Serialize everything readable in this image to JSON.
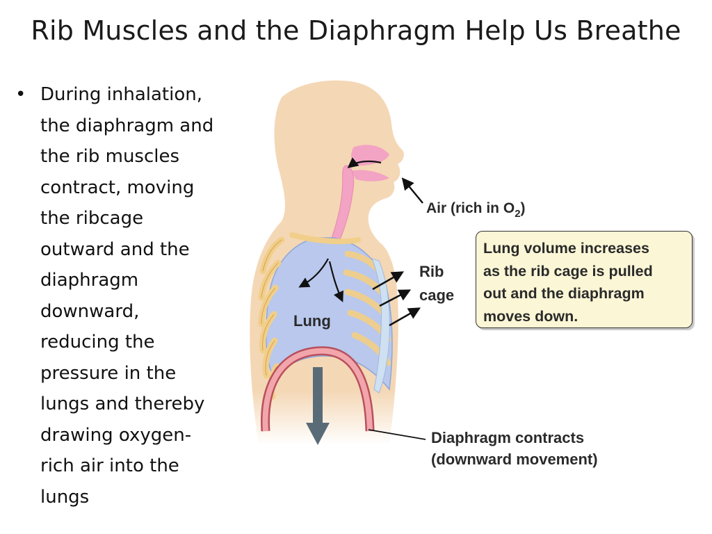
{
  "slide": {
    "title": "Rib Muscles and the Diaphragm Help Us Breathe",
    "bullet": {
      "marker": "•",
      "lines": [
        "During inhalation,",
        "the diaphragm and",
        "the rib muscles",
        "contract, moving",
        "the ribcage",
        "outward and the",
        "diaphragm",
        "downward,",
        "reducing the",
        "pressure in the",
        "lungs and thereby",
        "drawing oxygen-",
        "rich air into the",
        "lungs"
      ]
    }
  },
  "diagram": {
    "labels": {
      "air_main": "Air (rich in O",
      "air_sub": "2",
      "air_close": ")",
      "rib_line1": "Rib",
      "rib_line2": "cage",
      "lung": "Lung",
      "diaphragm_line1": "Diaphragm contracts",
      "diaphragm_line2": "(downward movement)"
    },
    "callout": {
      "lines": [
        "Lung volume increases",
        "as the rib cage is pulled",
        "out and the diaphragm",
        "moves down."
      ]
    },
    "colors": {
      "skin": "#f4d7b5",
      "lung": "#b9c8ec",
      "airway": "#f3a3c3",
      "rib": "#f1cf8a",
      "diaphragm": "#e07b84",
      "down_arrow": "#5a6b78",
      "callout_bg": "#fbf6d6"
    }
  }
}
